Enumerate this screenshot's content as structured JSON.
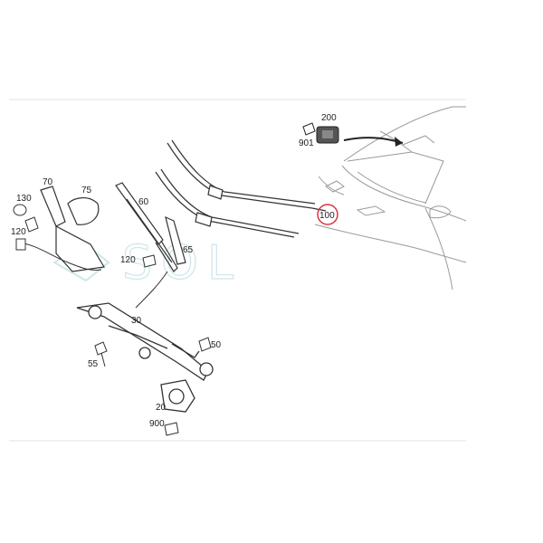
{
  "diagram": {
    "parts": [
      {
        "id": "p200",
        "label": "200"
      },
      {
        "id": "p901",
        "label": "901"
      },
      {
        "id": "p100",
        "label": "100"
      },
      {
        "id": "p130",
        "label": "130"
      },
      {
        "id": "p70",
        "label": "70"
      },
      {
        "id": "p75",
        "label": "75"
      },
      {
        "id": "p60",
        "label": "60"
      },
      {
        "id": "p65",
        "label": "65"
      },
      {
        "id": "p120a",
        "label": "120"
      },
      {
        "id": "p120b",
        "label": "120"
      },
      {
        "id": "p30",
        "label": "30"
      },
      {
        "id": "p50",
        "label": "50"
      },
      {
        "id": "p55",
        "label": "55"
      },
      {
        "id": "p20",
        "label": "20"
      },
      {
        "id": "p900",
        "label": "900"
      }
    ],
    "watermark": "SOL",
    "highlight_color": "#d9363e",
    "line_color": "#333333",
    "car_outline_color": "#9a9a9a"
  }
}
